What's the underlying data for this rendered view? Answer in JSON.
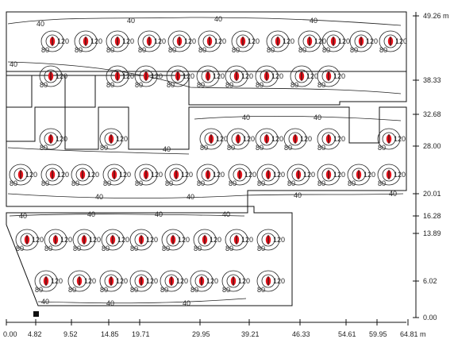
{
  "diagram": {
    "x_axis": {
      "unit": "m",
      "ticks": [
        "0.00",
        "4.82",
        "9.52",
        "14.85",
        "19.71",
        "29.95",
        "39.21",
        "46.33",
        "54.61",
        "59.95",
        "64.81 m"
      ]
    },
    "y_axis": {
      "unit": "m",
      "ticks": [
        "49.26 m",
        "38.33",
        "32.68",
        "28.00",
        "20.01",
        "16.28",
        "13.89",
        "6.02",
        "0.00"
      ]
    },
    "isolines": [
      "40",
      "80",
      "120"
    ],
    "luminaire_color": "#e8121b"
  }
}
